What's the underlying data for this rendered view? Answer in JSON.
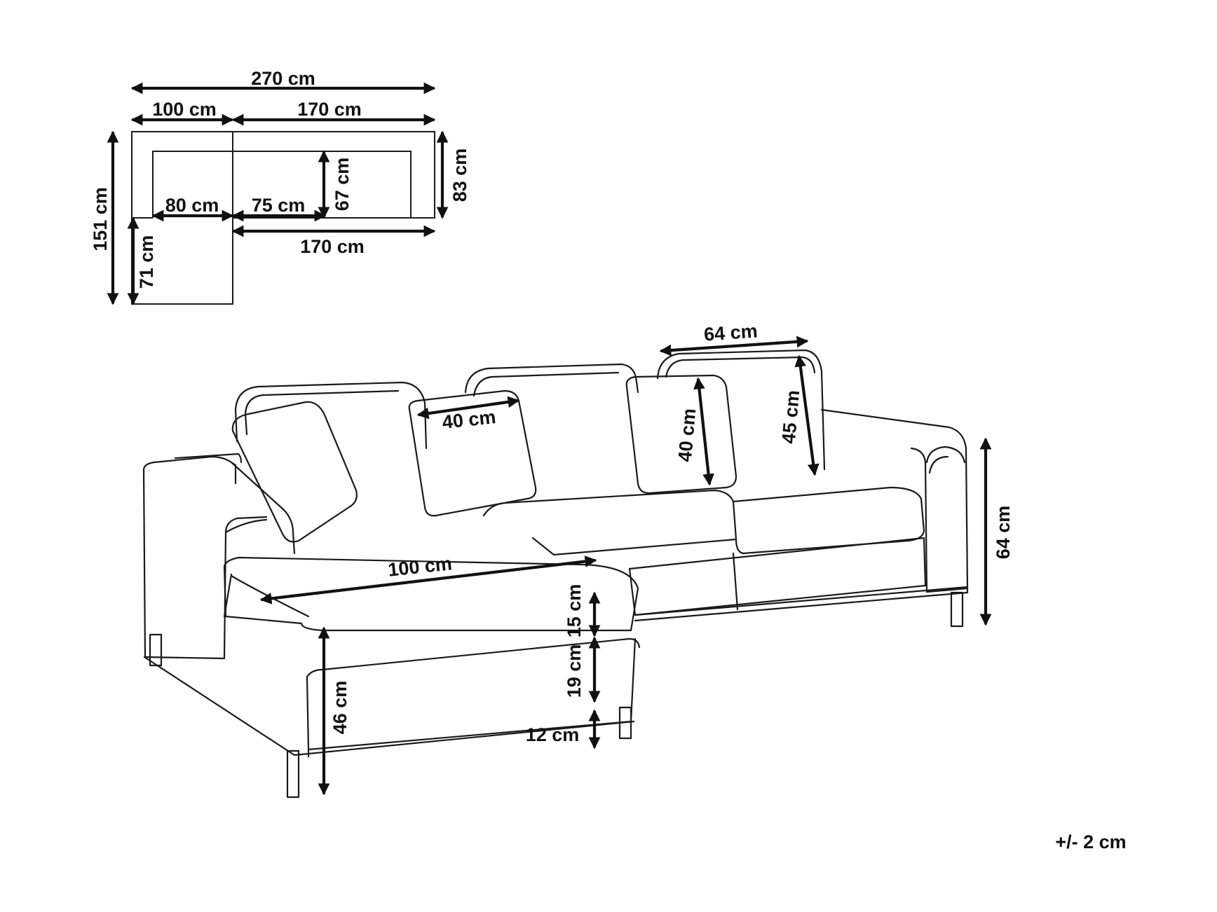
{
  "plan": {
    "total_width": "270 cm",
    "chaise_width": "100 cm",
    "main_width": "170 cm",
    "total_depth": "151 cm",
    "main_depth": "83 cm",
    "seat_depth": "67 cm",
    "chaise_seat_width": "80 cm",
    "seat_width": "75 cm",
    "main_width_front": "170 cm",
    "chaise_extension": "71 cm"
  },
  "sofa": {
    "back_cushion_width": "64 cm",
    "back_cushion_height": "45 cm",
    "pillow_width": "40 cm",
    "pillow_height": "40 cm",
    "overall_height": "64 cm",
    "chaise_length": "100 cm",
    "cushion_thickness": "15 cm",
    "base_height": "19 cm",
    "leg_height": "12 cm",
    "seat_height": "46 cm"
  },
  "tolerance": "+/- 2 cm"
}
